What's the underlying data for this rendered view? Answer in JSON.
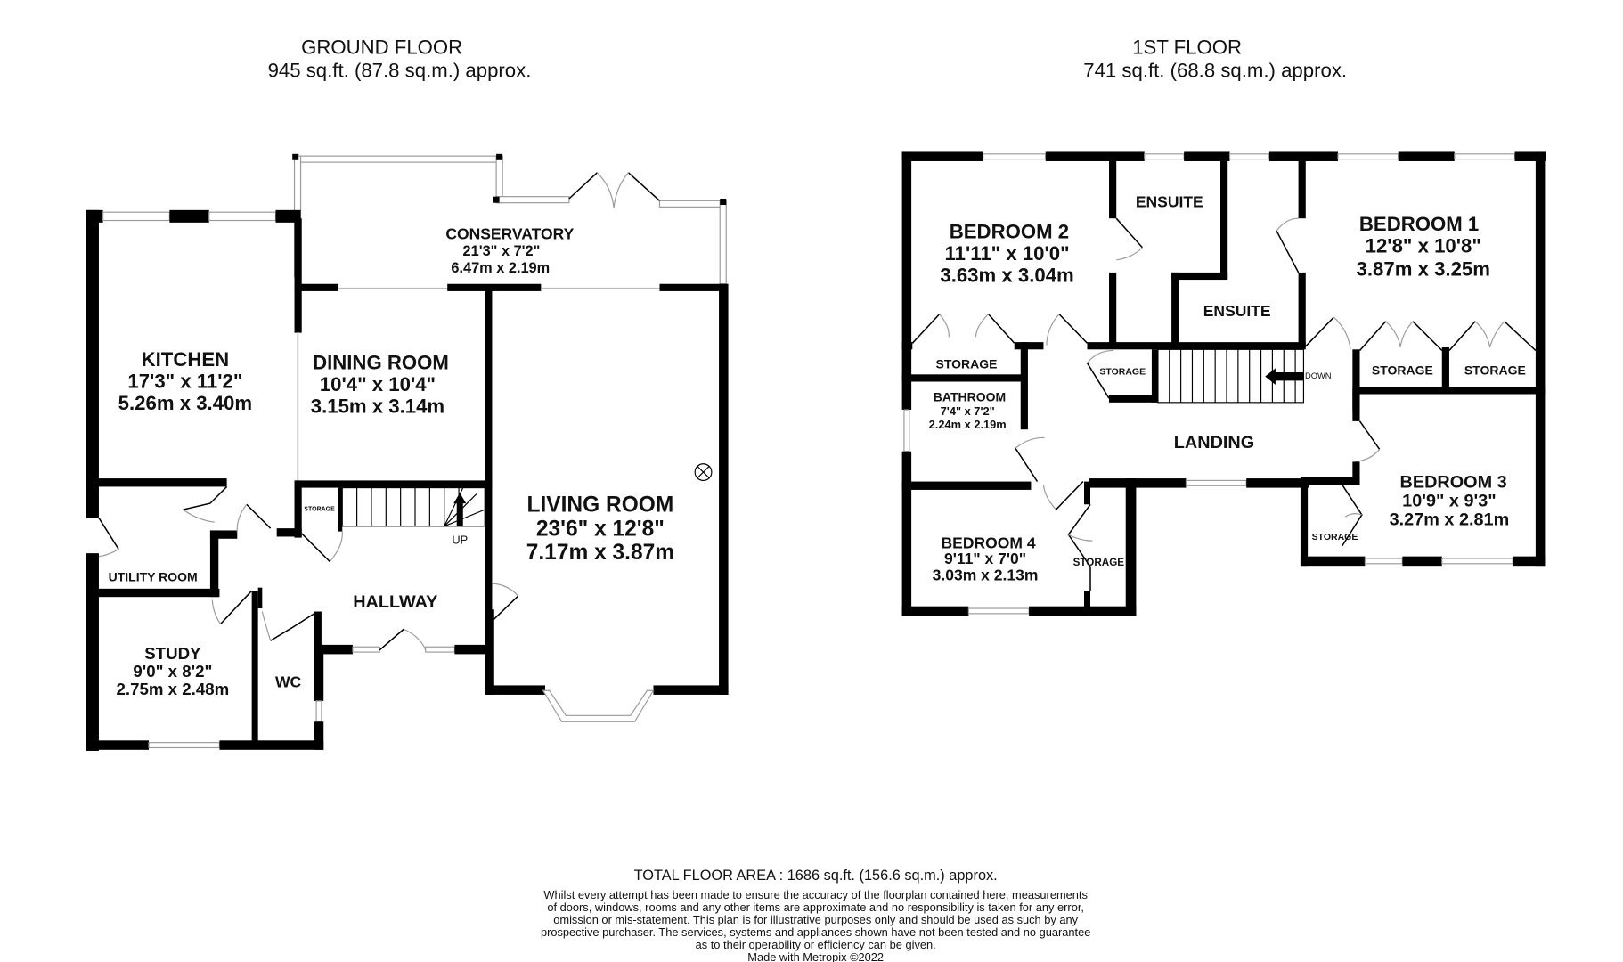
{
  "ground_floor": {
    "title": "GROUND FLOOR",
    "area": "945 sq.ft. (87.8 sq.m.) approx.",
    "rooms": {
      "conservatory": {
        "name": "CONSERVATORY",
        "imperial": "21'3\"  x 7'2\"",
        "metric": "6.47m  x 2.19m"
      },
      "kitchen": {
        "name": "KITCHEN",
        "imperial": "17'3\"  x 11'2\"",
        "metric": "5.26m  x 3.40m"
      },
      "dining_room": {
        "name": "DINING ROOM",
        "imperial": "10'4\"  x 10'4\"",
        "metric": "3.15m  x 3.14m"
      },
      "living_room": {
        "name": "LIVING ROOM",
        "imperial": "23'6\"  x 12'8\"",
        "metric": "7.17m  x 3.87m"
      },
      "utility_room": {
        "name": "UTILITY ROOM"
      },
      "study": {
        "name": "STUDY",
        "imperial": "9'0\"  x 8'2\"",
        "metric": "2.75m  x 2.48m"
      },
      "wc": {
        "name": "WC"
      },
      "hallway": {
        "name": "HALLWAY"
      },
      "storage": {
        "name": "STORAGE"
      }
    },
    "stairs_label": "UP"
  },
  "first_floor": {
    "title": "1ST FLOOR",
    "area": "741 sq.ft. (68.8 sq.m.) approx.",
    "rooms": {
      "bedroom_2": {
        "name": "BEDROOM 2",
        "imperial": "11'11\"  x 10'0\"",
        "metric": "3.63m  x 3.04m"
      },
      "ensuite_1": {
        "name": "ENSUITE"
      },
      "ensuite_2": {
        "name": "ENSUITE"
      },
      "bedroom_1": {
        "name": "BEDROOM 1",
        "imperial": "12'8\"  x 10'8\"",
        "metric": "3.87m  x 3.25m"
      },
      "storage_b2": {
        "name": "STORAGE"
      },
      "storage_landing": {
        "name": "STORAGE"
      },
      "storage_b1_a": {
        "name": "STORAGE"
      },
      "storage_b1_b": {
        "name": "STORAGE"
      },
      "bathroom": {
        "name": "BATHROOM",
        "imperial": "7'4\"  x 7'2\"",
        "metric": "2.24m  x 2.19m"
      },
      "landing": {
        "name": "LANDING"
      },
      "bedroom_3": {
        "name": "BEDROOM 3",
        "imperial": "10'9\"  x 9'3\"",
        "metric": "3.27m  x 2.81m"
      },
      "storage_b3": {
        "name": "STORAGE"
      },
      "bedroom_4": {
        "name": "BEDROOM 4",
        "imperial": "9'11\"  x 7'0\"",
        "metric": "3.03m  x 2.13m"
      },
      "storage_b4": {
        "name": "STORAGE"
      }
    },
    "stairs_label": "DOWN"
  },
  "footer": {
    "total_area": "TOTAL FLOOR AREA : 1686 sq.ft. (156.6 sq.m.) approx.",
    "disclaimer_lines": [
      "Whilst every attempt has been made to ensure the accuracy of the floorplan contained here, measurements",
      "of doors, windows, rooms and any other items are approximate and no responsibility is taken for any error,",
      "omission or mis-statement. This plan is for illustrative purposes only and should be used as such by any",
      "prospective purchaser. The services, systems and appliances shown have not been tested and no guarantee",
      "as to their operability or efficiency can be given."
    ],
    "credit": "Made with Metropix ©2022"
  },
  "colors": {
    "wall": "#000000",
    "window": "#9a9a9a",
    "background": "#ffffff"
  }
}
